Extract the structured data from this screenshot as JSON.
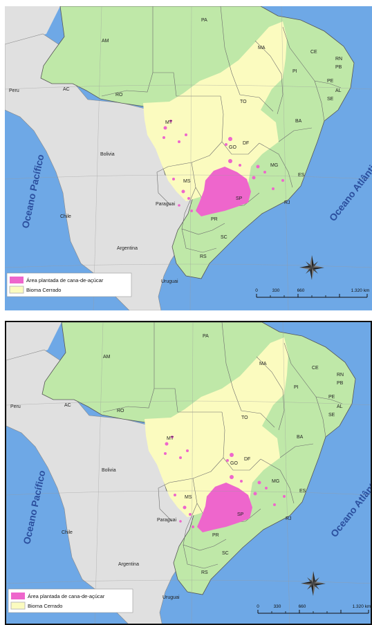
{
  "maps": [
    {
      "states": [
        "AM",
        "PA",
        "MA",
        "CE",
        "RN",
        "PB",
        "PI",
        "PE",
        "AL",
        "SE",
        "AC",
        "RO",
        "TO",
        "BA",
        "MT",
        "GO",
        "DF",
        "MG",
        "ES",
        "MS",
        "SP",
        "RJ",
        "PR",
        "SC",
        "RS"
      ],
      "countries": [
        "Peru",
        "Bolivia",
        "Chile",
        "Paraguai",
        "Argentina",
        "Uruguai"
      ],
      "oceans": [
        "Oceano Pacífico",
        "Oceano Atlântico"
      ],
      "legend": [
        {
          "label": "Área plantada de cana-de-açúcar",
          "color": "#ee66cc"
        },
        {
          "label": "Bioma Cerrado",
          "color": "#fbfbbf"
        }
      ],
      "scale": [
        "0",
        "330",
        "660",
        "1.320 km"
      ]
    },
    {
      "states": [
        "AM",
        "PA",
        "MA",
        "CE",
        "RN",
        "PB",
        "PI",
        "PE",
        "AL",
        "SE",
        "AC",
        "RO",
        "TO",
        "BA",
        "MT",
        "GO",
        "DF",
        "MG",
        "ES",
        "MS",
        "SP",
        "RJ",
        "PR",
        "SC",
        "RS"
      ],
      "countries": [
        "Peru",
        "Bolivia",
        "Chile",
        "Paraguai",
        "Argentina",
        "Uruguai"
      ],
      "oceans": [
        "Oceano Pacífico",
        "Oceano Atlântico"
      ],
      "legend": [
        {
          "label": "Área plantada de cana-de-açúcar",
          "color": "#ee66cc"
        },
        {
          "label": "Bioma Cerrado",
          "color": "#fbfbbf"
        }
      ],
      "scale": [
        "0",
        "330",
        "660",
        "1.320 km"
      ]
    }
  ],
  "colors": {
    "ocean": "#6ea8e6",
    "brazil": "#bfe8a8",
    "neighbors": "#e0e0e0",
    "cerrado": "#fbfbbf",
    "sugarcane": "#ee66cc"
  }
}
